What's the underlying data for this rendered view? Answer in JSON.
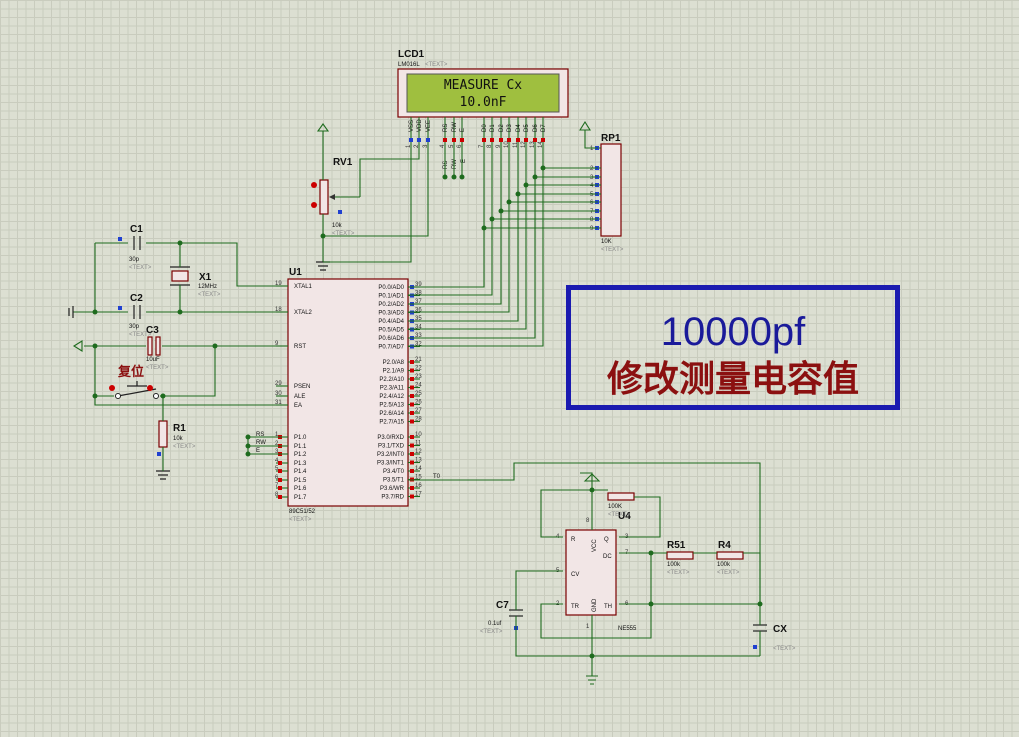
{
  "lcd": {
    "ref": "LCD1",
    "part": "LM016L",
    "text_tag": "<TEXT>",
    "line1": "MEASURE Cx",
    "line2": "10.0nF",
    "pins": [
      "VSS",
      "VDD",
      "VEE",
      "RS",
      "RW",
      "E",
      "D0",
      "D1",
      "D2",
      "D3",
      "D4",
      "D5",
      "D6",
      "D7"
    ],
    "pin_numbers": [
      "1",
      "2",
      "3",
      "4",
      "5",
      "6",
      "7",
      "8",
      "9",
      "10",
      "11",
      "12",
      "13",
      "14"
    ]
  },
  "rp1": {
    "ref": "RP1",
    "value": "10K",
    "text": "<TEXT>",
    "pins": [
      "1",
      "2",
      "3",
      "4",
      "5",
      "6",
      "7",
      "8",
      "9"
    ]
  },
  "rv1": {
    "ref": "RV1",
    "value": "10k",
    "text": "<TEXT>"
  },
  "c1": {
    "ref": "C1",
    "value": "30p",
    "text": "<TEXT>"
  },
  "c2": {
    "ref": "C2",
    "value": "30p",
    "text": "<TEXT>"
  },
  "c3": {
    "ref": "C3",
    "value": "10uF",
    "text": "<TEXT>"
  },
  "x1": {
    "ref": "X1",
    "value": "12MHz",
    "text": "<TEXT>"
  },
  "r1": {
    "ref": "R1",
    "value": "10k",
    "text": "<TEXT>"
  },
  "reset": {
    "label": "复位"
  },
  "u1": {
    "ref": "U1",
    "part": "89C51/52",
    "text": "<TEXT>",
    "left_pins": [
      {
        "name": "XTAL1",
        "num": "19"
      },
      {
        "name": "XTAL2",
        "num": "18"
      },
      {
        "name": "RST",
        "num": "9"
      },
      {
        "name": "PSEN",
        "num": "29"
      },
      {
        "name": "ALE",
        "num": "30"
      },
      {
        "name": "EA",
        "num": "31"
      },
      {
        "name": "P1.0",
        "num": "1"
      },
      {
        "name": "P1.1",
        "num": "2"
      },
      {
        "name": "P1.2",
        "num": "3"
      },
      {
        "name": "P1.3",
        "num": "4"
      },
      {
        "name": "P1.4",
        "num": "5"
      },
      {
        "name": "P1.5",
        "num": "6"
      },
      {
        "name": "P1.6",
        "num": "7"
      },
      {
        "name": "P1.7",
        "num": "8"
      }
    ],
    "right_pins_p0": [
      {
        "name": "P0.0/AD0",
        "num": "39"
      },
      {
        "name": "P0.1/AD1",
        "num": "38"
      },
      {
        "name": "P0.2/AD2",
        "num": "37"
      },
      {
        "name": "P0.3/AD3",
        "num": "36"
      },
      {
        "name": "P0.4/AD4",
        "num": "35"
      },
      {
        "name": "P0.5/AD5",
        "num": "34"
      },
      {
        "name": "P0.6/AD6",
        "num": "33"
      },
      {
        "name": "P0.7/AD7",
        "num": "32"
      }
    ],
    "right_pins_p2": [
      {
        "name": "P2.0/A8",
        "num": "21"
      },
      {
        "name": "P2.1/A9",
        "num": "22"
      },
      {
        "name": "P2.2/A10",
        "num": "23"
      },
      {
        "name": "P2.3/A11",
        "num": "24"
      },
      {
        "name": "P2.4/A12",
        "num": "25"
      },
      {
        "name": "P2.5/A13",
        "num": "26"
      },
      {
        "name": "P2.6/A14",
        "num": "27"
      },
      {
        "name": "P2.7/A15",
        "num": "28"
      }
    ],
    "right_pins_p3": [
      {
        "name": "P3.0/RXD",
        "num": "10"
      },
      {
        "name": "P3.1/TXD",
        "num": "11"
      },
      {
        "name": "P3.2/INT0",
        "num": "12"
      },
      {
        "name": "P3.3/INT1",
        "num": "13"
      },
      {
        "name": "P3.4/T0",
        "num": "14"
      },
      {
        "name": "P3.5/T1",
        "num": "15"
      },
      {
        "name": "P3.6/WR",
        "num": "16"
      },
      {
        "name": "P3.7/RD",
        "num": "17"
      }
    ]
  },
  "net_labels": {
    "rs": "RS",
    "rw": "RW",
    "e": "E",
    "t0": "T0"
  },
  "u4": {
    "ref": "U4",
    "part": "NE555",
    "pins": {
      "r": "R",
      "vcc": "VCC",
      "q": "Q",
      "dc": "DC",
      "cv": "CV",
      "tr": "TR",
      "gnd": "GND",
      "th": "TH"
    },
    "nums": {
      "r": "4",
      "vcc": "8",
      "q": "3",
      "dc": "7",
      "cv": "5",
      "tr": "2",
      "gnd": "1",
      "th": "6"
    }
  },
  "r2": {
    "value": "100K",
    "text": "<TEXT>"
  },
  "r51": {
    "ref": "R51",
    "value": "100k",
    "text": "<TEXT>"
  },
  "r4": {
    "ref": "R4",
    "value": "100k",
    "text": "<TEXT>"
  },
  "c7": {
    "ref": "C7",
    "value": "0.1uf",
    "text": "<TEXT>"
  },
  "cx": {
    "ref": "CX",
    "text": "<TEXT>"
  },
  "note": {
    "number": "10000pf",
    "caption": "修改测量电容值"
  }
}
